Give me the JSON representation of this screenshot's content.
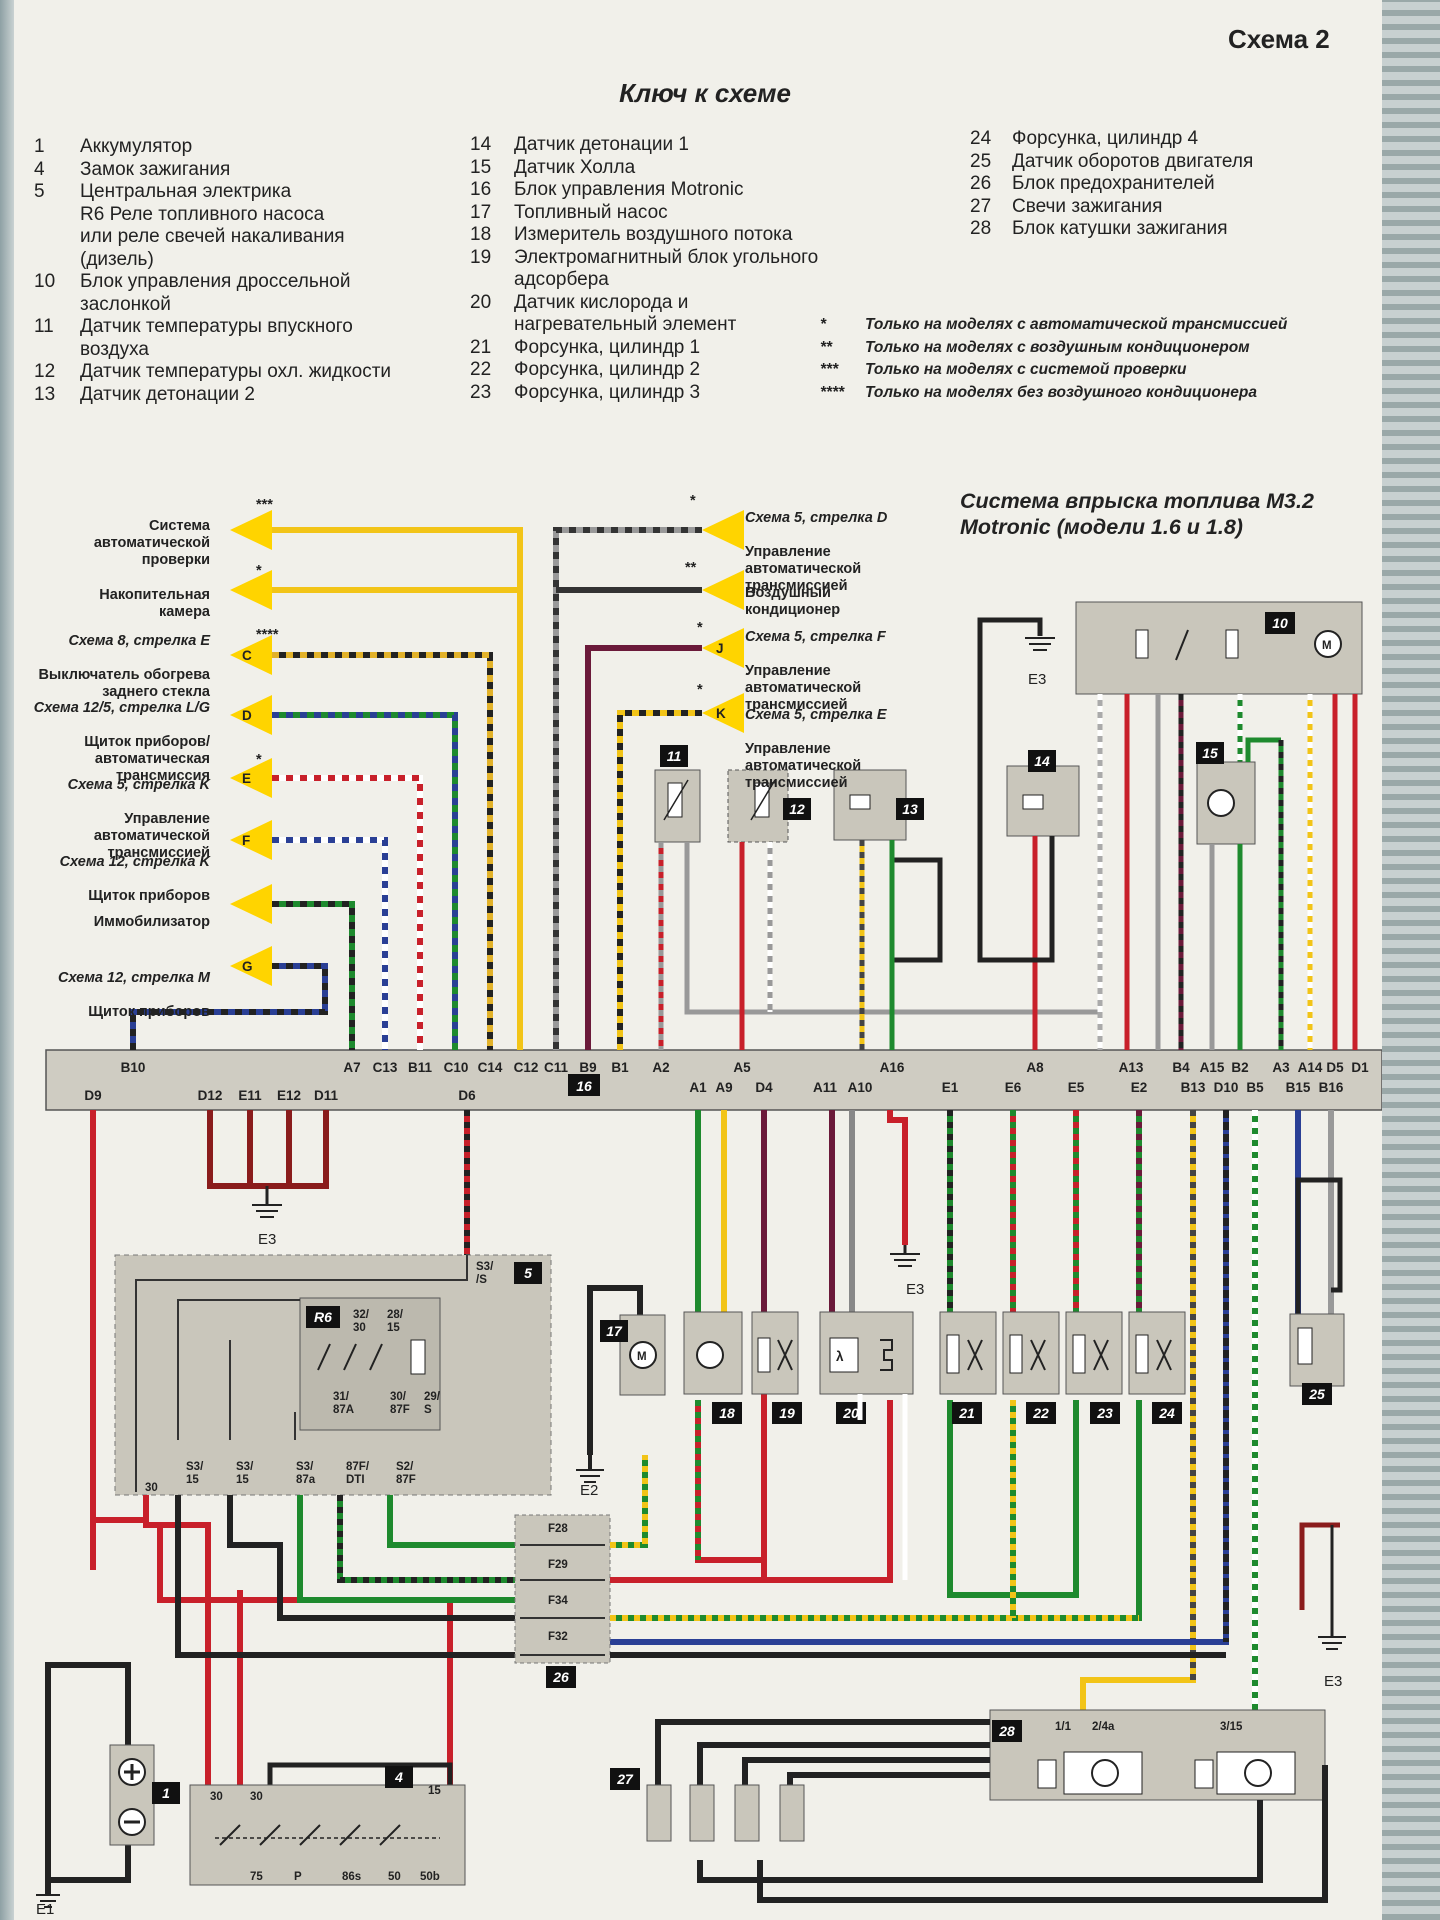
{
  "header": {
    "scheme_number": "Схема 2",
    "key_title": "Ключ к схеме"
  },
  "key": {
    "col1": [
      {
        "n": "1",
        "t": "Аккумулятор"
      },
      {
        "n": "4",
        "t": "Замок зажигания"
      },
      {
        "n": "5",
        "t": "Центральная электрика"
      },
      {
        "n": "",
        "t": "R6  Реле топливного насоса\n       или реле свечей накаливания\n       (дизель)"
      },
      {
        "n": "10",
        "t": "Блок управления дроссельной\nзаслонкой"
      },
      {
        "n": "11",
        "t": "Датчик температуры впускного\nвоздуха"
      },
      {
        "n": "12",
        "t": "Датчик температуры охл. жидкости"
      },
      {
        "n": "13",
        "t": "Датчик детонации 2"
      }
    ],
    "col2": [
      {
        "n": "14",
        "t": "Датчик детонации 1"
      },
      {
        "n": "15",
        "t": "Датчик Холла"
      },
      {
        "n": "16",
        "t": "Блок управления Motronic"
      },
      {
        "n": "17",
        "t": "Топливный насос"
      },
      {
        "n": "18",
        "t": "Измеритель воздушного потока"
      },
      {
        "n": "19",
        "t": "Электромагнитный блок угольного\nадсорбера"
      },
      {
        "n": "20",
        "t": "Датчик кислорода и\nнагревательный элемент"
      },
      {
        "n": "21",
        "t": "Форсунка, цилиндр 1"
      },
      {
        "n": "22",
        "t": "Форсунка, цилиндр 2"
      },
      {
        "n": "23",
        "t": "Форсунка, цилиндр 3"
      }
    ],
    "col3": [
      {
        "n": "24",
        "t": "Форсунка, цилиндр 4"
      },
      {
        "n": "25",
        "t": "Датчик оборотов двигателя"
      },
      {
        "n": "26",
        "t": "Блок предохранителей"
      },
      {
        "n": "27",
        "t": "Свечи зажигания"
      },
      {
        "n": "28",
        "t": "Блок катушки зажигания"
      }
    ],
    "notes": [
      {
        "s": "*",
        "t": "Только на моделях с автоматической трансмиссией"
      },
      {
        "s": "**",
        "t": "Только на моделях с воздушным кондиционером"
      },
      {
        "s": "***",
        "t": "Только на моделях с системой проверки"
      },
      {
        "s": "****",
        "t": "Только на моделях без воздушного кондиционера"
      }
    ]
  },
  "system_title": "Система впрыска топлива М3.2\nMotronic (модели 1.6 и 1.8)",
  "left_labels": [
    {
      "ref": "",
      "text": "Система\nавтоматической\nпроверки",
      "star": "***",
      "letter": ""
    },
    {
      "ref": "",
      "text": "Накопительная\nкамера",
      "star": "*",
      "letter": ""
    },
    {
      "ref": "Схема 8, стрелка E",
      "text": "Выключатель обогрева\nзаднего стекла",
      "star": "****",
      "letter": "C"
    },
    {
      "ref": "Схема 12/5, стрелка L/G",
      "text": "Щиток приборов/\nавтоматическая\nтрансмиссия",
      "star": "",
      "letter": "D"
    },
    {
      "ref": "Схема 5, стрелка K",
      "text": "Управление\nавтоматической\nтрансмиссией",
      "star": "*",
      "letter": "E"
    },
    {
      "ref": "Схема 12, стрелка K",
      "text": "Щиток приборов",
      "star": "",
      "letter": "F"
    },
    {
      "ref": "",
      "text": "Иммобилизатор",
      "star": "",
      "letter": ""
    },
    {
      "ref": "Схема 12, стрелка M",
      "text": "Щиток приборов",
      "star": "",
      "letter": "G"
    }
  ],
  "right_labels": [
    {
      "ref": "Схема 5, стрелка D",
      "text": "Управление\nавтоматической\nтрансмиссией",
      "star": "*",
      "letter": ""
    },
    {
      "ref": "",
      "text": "Воздушный\nкондиционер",
      "star": "**",
      "letter": ""
    },
    {
      "ref": "Схема 5, стрелка F",
      "text": "Управление\nавтоматической\nтрансмиссией",
      "star": "*",
      "letter": "J"
    },
    {
      "ref": "Схема 5, стрелка E",
      "text": "Управление\nавтоматической\nтрансмиссией",
      "star": "*",
      "letter": "K"
    }
  ],
  "ecu": {
    "number": "16",
    "top_pins": [
      "B10",
      "A7",
      "C13",
      "B11",
      "C10",
      "C14",
      "C12",
      "C11",
      "B9",
      "B1",
      "A2",
      "A5",
      "A16",
      "A8",
      "A13",
      "B4",
      "A15",
      "B2",
      "A3",
      "A14",
      "D5",
      "D1"
    ],
    "bottom_pins": [
      "D9",
      "D12",
      "E11",
      "E12",
      "D11",
      "D6",
      "A1",
      "A9",
      "D4",
      "A11",
      "A10",
      "E1",
      "E6",
      "E5",
      "E2",
      "B13",
      "D10",
      "B5",
      "B15",
      "B16"
    ]
  },
  "components": {
    "c1": "1",
    "c4": "4",
    "c5": "5",
    "c10": "10",
    "c11": "11",
    "c12": "12",
    "c13": "13",
    "c14": "14",
    "c15": "15",
    "c17": "17",
    "c18": "18",
    "c19": "19",
    "c20": "20",
    "c21": "21",
    "c22": "22",
    "c23": "23",
    "c24": "24",
    "c25": "25",
    "c26": "26",
    "c27": "27",
    "c28": "28",
    "r6": "R6",
    "motor": "M",
    "lambda": "λ"
  },
  "grounds": {
    "e1": "E1",
    "e2": "E2",
    "e3": "E3"
  },
  "fuses": [
    "F28",
    "F29",
    "F34",
    "F32"
  ],
  "relay_box_pins": {
    "s3_s": "S3/\n/S",
    "s3_15a": "S3/\n15",
    "s3_15b": "S3/\n15",
    "s3_87a": "S3/\n87a",
    "dti": "87F/\nDTI",
    "s2_87f": "S2/\n87F",
    "p30": "30",
    "r32": "32/\n30",
    "r28": "28/\n15",
    "r31": "31/\n87A",
    "r30": "30/\n87F",
    "r29": "29/\nS"
  },
  "ignition_pins": [
    "30",
    "30",
    "15",
    "75",
    "P",
    "86s",
    "50",
    "50b"
  ],
  "coil_pins": [
    "1/1",
    "2/4a",
    "3/15"
  ],
  "colors": {
    "background": "#f1f0ea",
    "component": "#c9c6bb",
    "ecu": "#cfccc2",
    "arrow": "#ffd400",
    "wire_red": "#c8202a",
    "wire_green": "#1e8a2e",
    "wire_yellow": "#f2c417",
    "wire_black": "#262626",
    "wire_blue": "#2a3f95",
    "wire_grey": "#9a9a9a"
  }
}
